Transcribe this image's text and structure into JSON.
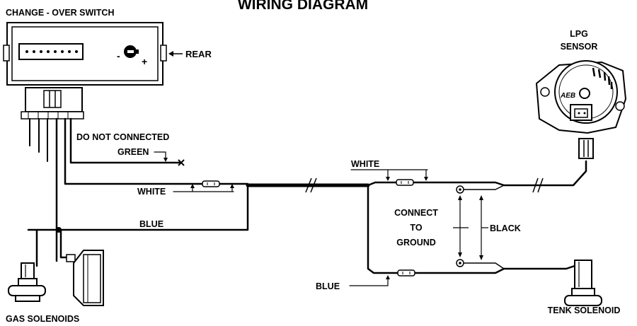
{
  "diagram": {
    "title": "WIRING DIAGRAM",
    "labels": {
      "switch": "CHANGE - OVER SWITCH",
      "rear": "REAR",
      "minus": "-",
      "plus": "+",
      "do_not_connected": "DO NOT CONNECTED",
      "green": "GREEN",
      "white_left": "WHITE",
      "white_right": "WHITE",
      "blue_top": "BLUE",
      "blue_bottom": "BLUE",
      "connect": "CONNECT",
      "to": "TO",
      "ground": "GROUND",
      "black": "BLACK",
      "lpg": "LPG",
      "sensor": "SENSOR",
      "sensor_brand": "AEB",
      "gas_solenoids": "GAS SOLENOIDS",
      "tenk_solenoid": "TENK SOLENOID"
    },
    "colors": {
      "ink": "#000000",
      "paper": "#ffffff",
      "panel": "#e6e6e6"
    },
    "icons": [
      "fuse-icon",
      "ground-ring-icon",
      "solenoid-icon",
      "sensor-icon",
      "switch-icon"
    ]
  }
}
